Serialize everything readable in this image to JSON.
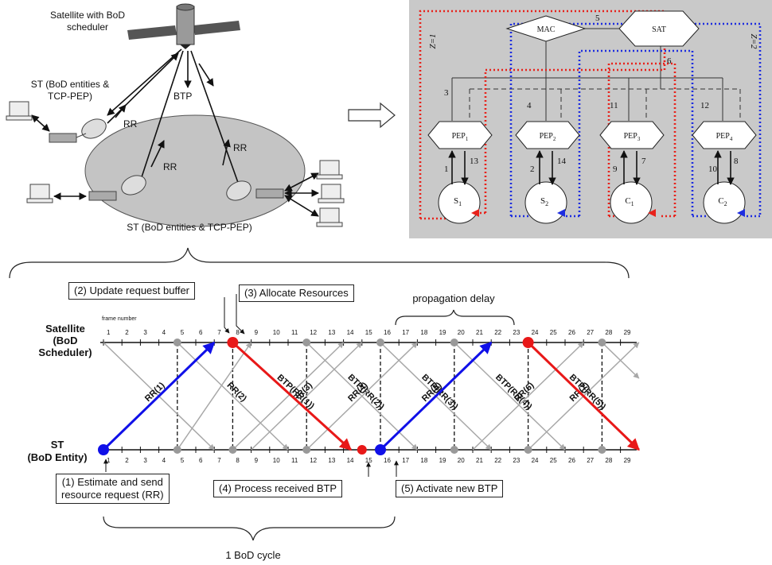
{
  "top_left": {
    "satellite_label_line1": "Satellite with BoD",
    "satellite_label_line2": "scheduler",
    "st_top_line1": "ST (BoD entities &",
    "st_top_line2": "TCP-PEP)",
    "btp": "BTP",
    "rr_a": "RR",
    "rr_b": "RR",
    "rr_c": "RR",
    "st_bottom": "ST (BoD entities & TCP-PEP)"
  },
  "top_right": {
    "z1": "Z=1",
    "z2": "Z=2",
    "mac": "MAC",
    "sat": "SAT",
    "peps": [
      {
        "base": "PEP",
        "sub": "1"
      },
      {
        "base": "PEP",
        "sub": "2"
      },
      {
        "base": "PEP",
        "sub": "3"
      },
      {
        "base": "PEP",
        "sub": "4"
      }
    ],
    "nodes": [
      {
        "base": "S",
        "sub": "1"
      },
      {
        "base": "S",
        "sub": "2"
      },
      {
        "base": "C",
        "sub": "1"
      },
      {
        "base": "C",
        "sub": "2"
      }
    ],
    "edge_numbers": [
      "1",
      "13",
      "2",
      "14",
      "9",
      "7",
      "10",
      "8",
      "3",
      "4",
      "11",
      "12",
      "5",
      "6"
    ],
    "colors": {
      "panel_bg": "#c9c9c9",
      "red": "#e8221b",
      "blue": "#1d2de0"
    }
  },
  "timeline": {
    "satellite_label": [
      "Satellite",
      "(BoD",
      "Scheduler)"
    ],
    "st_label": [
      "ST",
      "(BoD Entity)"
    ],
    "frame_number_label": "frame number",
    "frames": [
      "1",
      "2",
      "3",
      "4",
      "5",
      "6",
      "7",
      "8",
      "9",
      "10",
      "11",
      "12",
      "13",
      "14",
      "15",
      "16",
      "17",
      "18",
      "19",
      "20",
      "21",
      "22",
      "23",
      "24",
      "25",
      "26",
      "27",
      "28",
      "29"
    ],
    "signals": {
      "rr1": "RR(1)",
      "rr2": "RR(2)",
      "rr3": "RR(3)",
      "rr4": "RR(4)",
      "rr5": "RR(5)",
      "rr6": "RR(6)",
      "rr7": "RR(7)",
      "btp1": "BTP(RR(1))",
      "btp2": "BTP(RR(2))",
      "btp3": "BTP(RR(3))",
      "btp4": "BTP(RR(4))",
      "btp5": "BTP(RR(5))"
    },
    "callouts": {
      "update": "(2) Update request buffer",
      "allocate": "(3) Allocate Resources",
      "propagation": "propagation delay",
      "estimate_line1": "(1) Estimate and send",
      "estimate_line2": "resource request (RR)",
      "process": "(4) Process received BTP",
      "activate": "(5) Activate new BTP",
      "cycle": "1 BoD cycle"
    },
    "colors": {
      "blue": "#1010e8",
      "red": "#e81818",
      "gray": "#a8a8a8"
    }
  }
}
